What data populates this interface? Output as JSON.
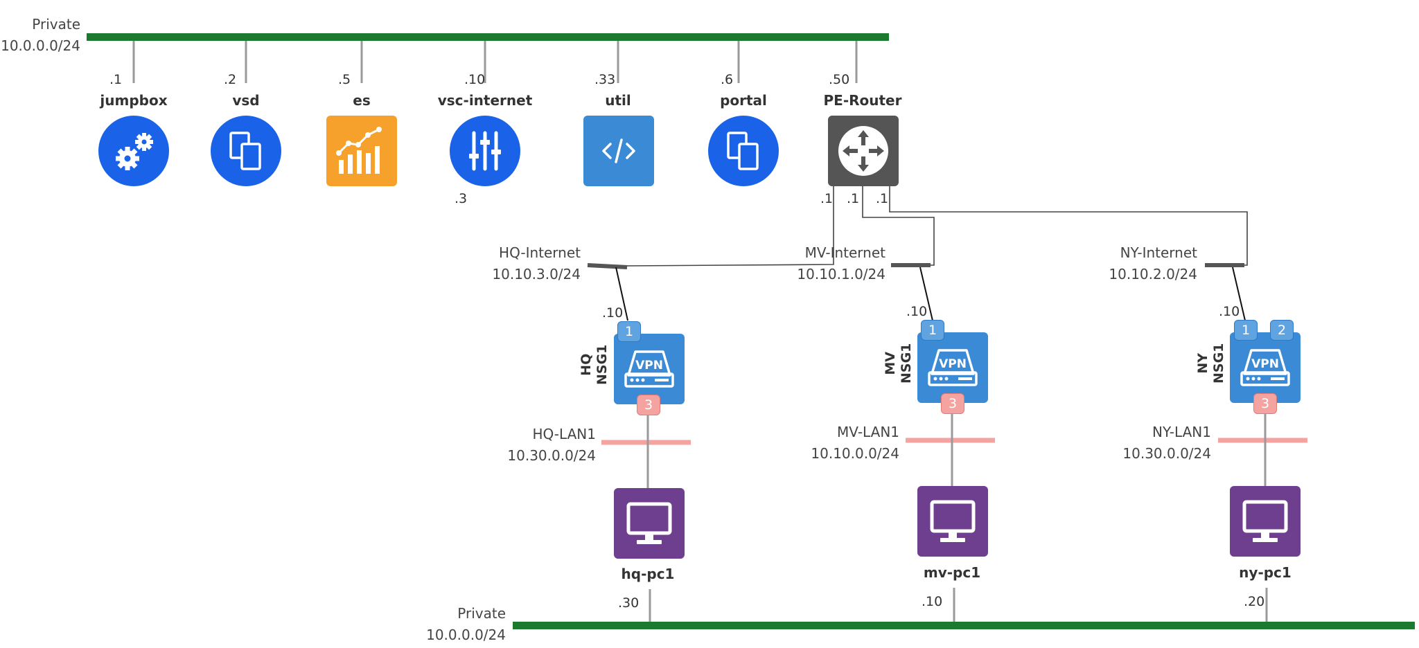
{
  "networks": {
    "private_top": {
      "name": "Private",
      "subnet": "10.0.0.0/24",
      "color": "#1b7a30"
    },
    "private_bottom": {
      "name": "Private",
      "subnet": "10.0.0.0/24",
      "color": "#1b7a30"
    },
    "hq_internet": {
      "name": "HQ-Internet",
      "subnet": "10.10.3.0/24"
    },
    "mv_internet": {
      "name": "MV-Internet",
      "subnet": "10.10.1.0/24"
    },
    "ny_internet": {
      "name": "NY-Internet",
      "subnet": "10.10.2.0/24"
    },
    "hq_lan": {
      "name": "HQ-LAN1",
      "subnet": "10.30.0.0/24"
    },
    "mv_lan": {
      "name": "MV-LAN1",
      "subnet": "10.10.0.0/24"
    },
    "ny_lan": {
      "name": "NY-LAN1",
      "subnet": "10.30.0.0/24"
    }
  },
  "servers": [
    {
      "name": "jumpbox",
      "addr": ".1",
      "icon": "gears-icon",
      "color": "#1a63e8"
    },
    {
      "name": "vsd",
      "addr": ".2",
      "icon": "copy-icon",
      "color": "#1a63e8"
    },
    {
      "name": "es",
      "addr": ".5",
      "icon": "chart-icon",
      "color": "#f5a12b"
    },
    {
      "name": "vsc-internet",
      "addr": ".10",
      "addr2": ".3",
      "icon": "sliders-icon",
      "color": "#1a63e8"
    },
    {
      "name": "util",
      "addr": ".33",
      "icon": "code-icon",
      "color": "#3a8ad6"
    },
    {
      "name": "portal",
      "addr": ".6",
      "icon": "copy-icon",
      "color": "#1a63e8"
    },
    {
      "name": "PE-Router",
      "addr": ".50",
      "icon": "router-icon",
      "color": "#555555",
      "ports": [
        ".1",
        ".1",
        ".1"
      ]
    }
  ],
  "nsgs": [
    {
      "site": "HQ",
      "name": "NSG1",
      "vpn": "VPN",
      "wan_addr": ".10",
      "ports": [
        "1"
      ],
      "lan_port": "3"
    },
    {
      "site": "MV",
      "name": "NSG1",
      "vpn": "VPN",
      "wan_addr": ".10",
      "ports": [
        "1"
      ],
      "lan_port": "3"
    },
    {
      "site": "NY",
      "name": "NSG1",
      "vpn": "VPN",
      "wan_addr": ".10",
      "ports": [
        "1",
        "2"
      ],
      "lan_port": "3"
    }
  ],
  "pcs": [
    {
      "name": "hq-pc1",
      "addr": ".30",
      "icon": "monitor-icon",
      "color": "#6f3f8f"
    },
    {
      "name": "mv-pc1",
      "addr": ".10",
      "icon": "monitor-icon",
      "color": "#6f3f8f"
    },
    {
      "name": "ny-pc1",
      "addr": ".20",
      "icon": "monitor-icon",
      "color": "#6f3f8f"
    }
  ],
  "colors": {
    "vpn_blue": "#3a8ad6",
    "lan_pink": "#f4a3a0",
    "link_gray": "#9a9a9a",
    "wire": "#444444"
  }
}
